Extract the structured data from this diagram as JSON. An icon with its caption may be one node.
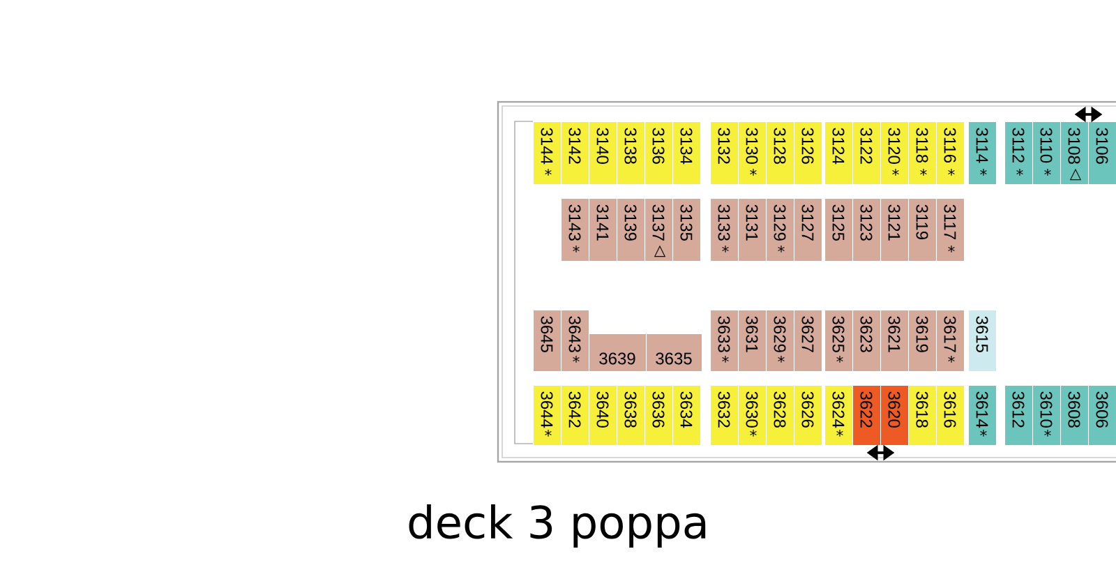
{
  "diagram": {
    "title": "deck 3 poppa",
    "nodes": [
      {
        "text": [
          "3144",
          "*"
        ]
      },
      {
        "text": [
          "3142"
        ]
      },
      {
        "text": [
          "3140"
        ]
      },
      {
        "text": [
          "3138"
        ]
      },
      {
        "text": [
          "3136"
        ]
      },
      {
        "text": [
          "3134"
        ]
      },
      {
        "text": [
          "3132"
        ]
      },
      {
        "text": [
          "3130",
          "*"
        ]
      },
      {
        "text": [
          "3128"
        ]
      },
      {
        "text": [
          "3126"
        ]
      },
      {
        "text": [
          "3124"
        ]
      },
      {
        "text": [
          "3122"
        ]
      },
      {
        "text": [
          "3120",
          "*"
        ]
      },
      {
        "text": [
          "3118",
          "*"
        ]
      },
      {
        "text": [
          "3116",
          "*"
        ]
      },
      {
        "text": [
          "3114",
          "*"
        ]
      },
      {
        "text": [
          "3112",
          "*"
        ]
      },
      {
        "text": [
          "3110",
          "*"
        ]
      },
      {
        "text": [
          "3108",
          "△"
        ]
      },
      {
        "text": [
          "3106"
        ]
      },
      {
        "text": [
          "3143",
          "*"
        ]
      },
      {
        "text": [
          "3141"
        ]
      },
      {
        "text": [
          "3139"
        ]
      },
      {
        "text": [
          "3137",
          "△"
        ]
      },
      {
        "text": [
          "3135"
        ]
      },
      {
        "text": [
          "3133",
          "*"
        ]
      },
      {
        "text": [
          "3131"
        ]
      },
      {
        "text": [
          "3129",
          "*"
        ]
      },
      {
        "text": [
          "3127"
        ]
      },
      {
        "text": [
          "3125"
        ]
      },
      {
        "text": [
          "3123"
        ]
      },
      {
        "text": [
          "3121"
        ]
      },
      {
        "text": [
          "3119"
        ]
      },
      {
        "text": [
          "3117",
          "*"
        ]
      },
      {
        "text": [
          "3645"
        ]
      },
      {
        "text": [
          "3643",
          "*"
        ]
      },
      {
        "text": [
          "3639"
        ]
      },
      {
        "text": [
          "3635"
        ]
      },
      {
        "text": [
          "3633",
          "*"
        ]
      },
      {
        "text": [
          "3631"
        ]
      },
      {
        "text": [
          "3629",
          "*"
        ]
      },
      {
        "text": [
          "3627"
        ]
      },
      {
        "text": [
          "3625",
          "*"
        ]
      },
      {
        "text": [
          "3623"
        ]
      },
      {
        "text": [
          "3621"
        ]
      },
      {
        "text": [
          "3619"
        ]
      },
      {
        "text": [
          "3617",
          "*"
        ]
      },
      {
        "text": [
          "3615"
        ]
      },
      {
        "text": [
          "3644",
          "*"
        ]
      },
      {
        "text": [
          "3642"
        ]
      },
      {
        "text": [
          "3640"
        ]
      },
      {
        "text": [
          "3638"
        ]
      },
      {
        "text": [
          "3636"
        ]
      },
      {
        "text": [
          "3634"
        ]
      },
      {
        "text": [
          "3632"
        ]
      },
      {
        "text": [
          "3630",
          "*"
        ]
      },
      {
        "text": [
          "3628"
        ]
      },
      {
        "text": [
          "3626"
        ]
      },
      {
        "text": [
          "3624",
          "*"
        ]
      },
      {
        "text": [
          "3622"
        ]
      },
      {
        "text": [
          "3620"
        ]
      },
      {
        "text": [
          "3618"
        ]
      },
      {
        "text": [
          "3616"
        ]
      },
      {
        "text": [
          "3614",
          "*"
        ]
      },
      {
        "text": [
          "3612"
        ]
      },
      {
        "text": [
          "3610",
          "*"
        ]
      },
      {
        "text": [
          "3608"
        ]
      },
      {
        "text": [
          "3606"
        ]
      }
    ],
    "edges": [
      {
        "from": 18,
        "to": 19,
        "arrow": "both"
      },
      {
        "from": 59,
        "to": 60,
        "arrow": "both"
      }
    ]
  }
}
